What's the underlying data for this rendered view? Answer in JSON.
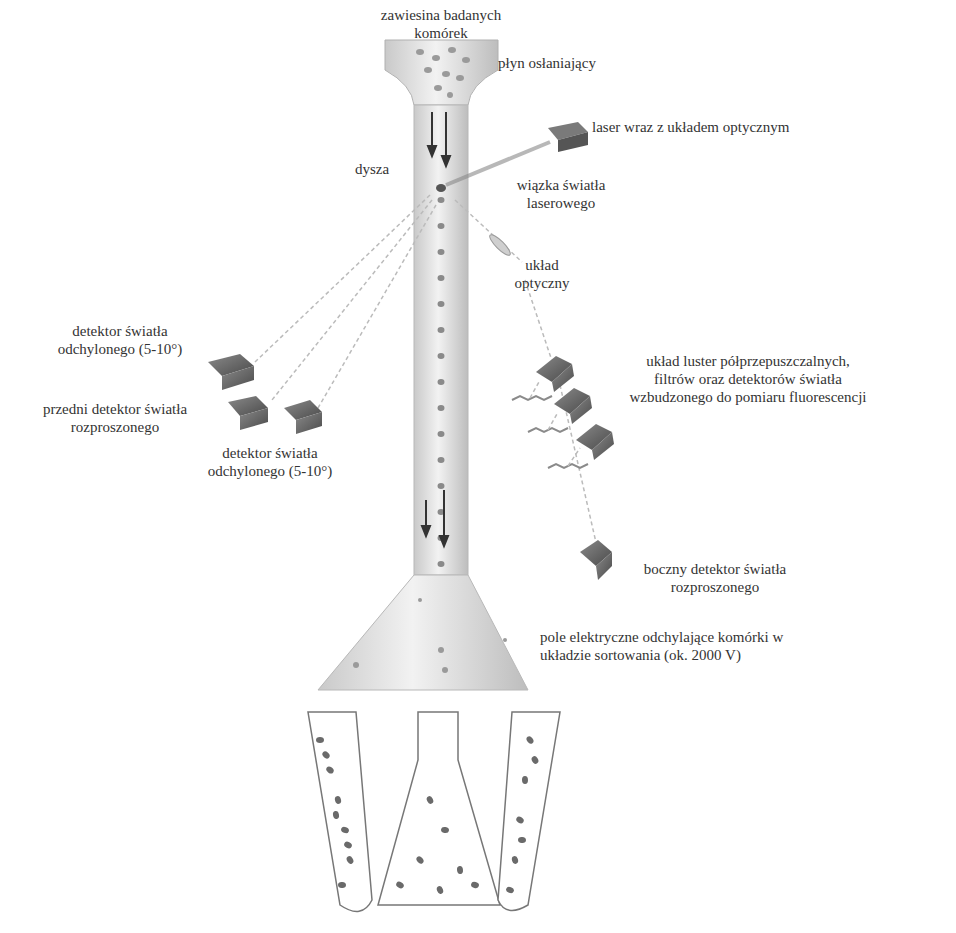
{
  "diagram": {
    "labels": [
      "zawiesina badanych komórek",
      "płyn osłaniający",
      "laser wraz z układem optycznym",
      "dysza",
      "wiązka światła laserowego",
      "układ optyczny",
      "detektor światła odchylonego (5-10°)",
      "przedni detektor światła rozproszonego",
      "detektor światła odchylonego (5-10°)",
      "układ luster półprzepuszczalnych, filtrów oraz detektorów światła wzbudzonego do pomiaru fluorescencji",
      "boczny detektor światła rozproszonego",
      "pole elektryczne odchylające komórki w układzie sortowania (ok. 2000 V)"
    ]
  }
}
